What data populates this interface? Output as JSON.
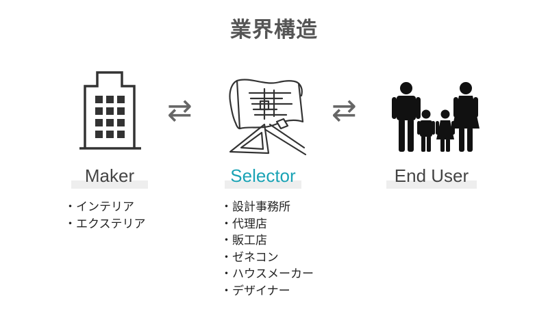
{
  "title": "業界構造",
  "columns": [
    {
      "label": "Maker",
      "icon": "building-icon",
      "items": [
        "・インテリア",
        "・エクステリア"
      ]
    },
    {
      "label": "Selector",
      "icon": "blueprint-icon",
      "items": [
        "・設計事務所",
        "・代理店",
        "・販工店",
        "・ゼネコン",
        "・ハウスメーカー",
        "・デザイナー"
      ]
    },
    {
      "label": "End User",
      "icon": "family-icon",
      "items": []
    }
  ],
  "arrows": [
    "⇄",
    "⇄"
  ],
  "colors": {
    "title": "#555555",
    "label": "#444444",
    "accent": "#1aa3b5",
    "icon": "#333333",
    "underline": "#eeeeee"
  }
}
